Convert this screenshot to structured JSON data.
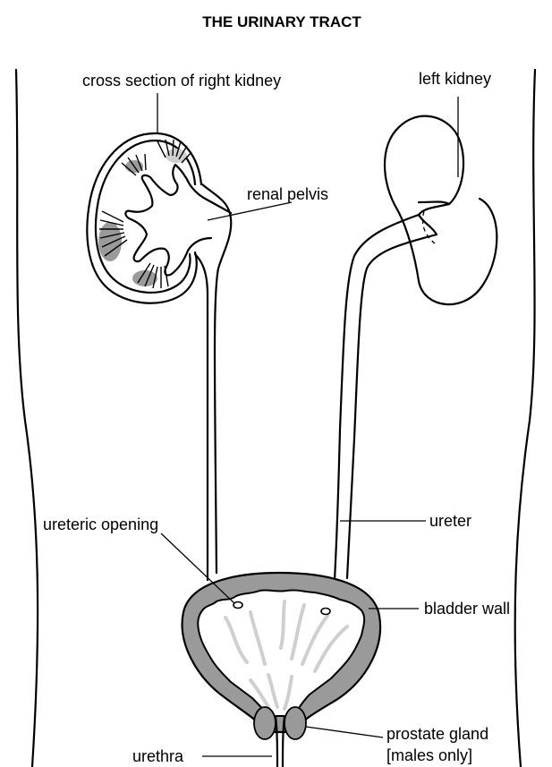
{
  "title": "THE URINARY TRACT",
  "labels": {
    "right_kidney": "cross section of right kidney",
    "left_kidney": "left kidney",
    "renal_pelvis": "renal pelvis",
    "ureteric_opening": "ureteric opening",
    "ureter": "ureter",
    "bladder_wall": "bladder wall",
    "prostate_line1": "prostate gland",
    "prostate_line2": "[males only]",
    "urethra": "urethra"
  },
  "colors": {
    "ink": "#000000",
    "shading": "#9a9a9a",
    "light_shading": "#cfcfcf",
    "background": "#ffffff"
  }
}
